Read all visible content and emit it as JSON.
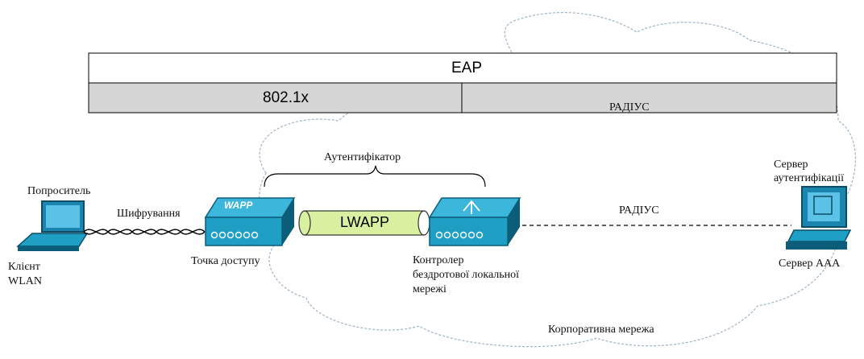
{
  "protocol_stack": {
    "top_label": "EAP",
    "left_label": "802.1x",
    "right_label": "РАДІУС"
  },
  "labels": {
    "supplicant": "Попроситель",
    "encryption": "Шифрування",
    "client_line1": "Клієнт",
    "client_line2": "WLAN",
    "authenticator": "Аутентифікатор",
    "access_point": "Точка доступу",
    "tunnel": "LWAPP",
    "controller_line1": "Контролер",
    "controller_line2": "бездротової локальної",
    "controller_line3": "мережі",
    "radius_link": "РАДІУС",
    "auth_server_line1": "Сервер",
    "auth_server_line2": "аутентифікації",
    "aaa_server": "Сервер AAA",
    "corporate_network": "Корпоративна мережа"
  },
  "device_labels": {
    "access_point_logo": "WAPP"
  },
  "colors": {
    "device_teal": "#1f9fc4",
    "device_dark": "#0b5d7a",
    "tunnel_fill": "#d8f0a0",
    "bar_gray": "#d6d6d6",
    "cloud_stroke": "#9fb4c8"
  }
}
